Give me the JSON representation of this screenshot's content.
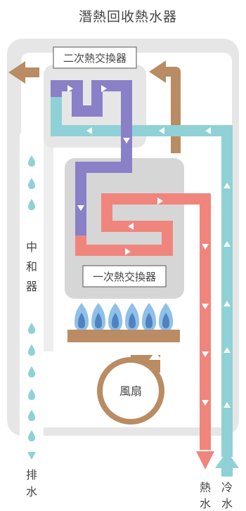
{
  "title": "潛熱回收熱水器",
  "secondary_exchanger_label": "二次熱交換器",
  "primary_exchanger_label": "一次熱交換器",
  "drain_side_label": [
    "中",
    "和",
    "器"
  ],
  "fan_label": "風扇",
  "drain_outlet_label": [
    "排",
    "水"
  ],
  "hot_water_label": [
    "熱",
    "水"
  ],
  "cold_water_label": [
    "冷",
    "水"
  ],
  "colors": {
    "housing": "#e6e6e6",
    "exchanger_box": "#d6d6d6",
    "hot_pipe": "#f0857d",
    "cold_pipe": "#8fd1d6",
    "mix_pipe": "#8a80c8",
    "exhaust": "#b98c63",
    "flame_outer": "#8fc0e8",
    "flame_inner": "#4f82c0",
    "drain_drop": "#8fd1d6"
  }
}
